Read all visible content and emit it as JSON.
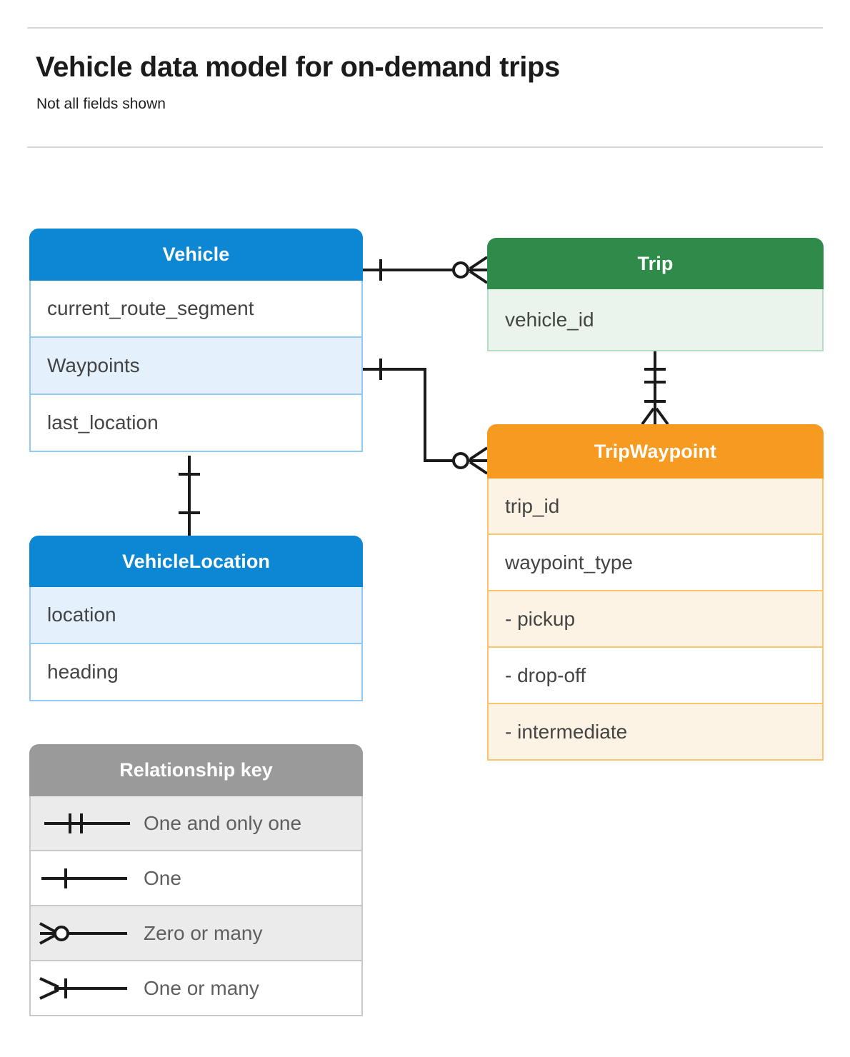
{
  "header": {
    "title": "Vehicle data model for on-demand trips",
    "subtitle": "Not all fields shown"
  },
  "colors": {
    "blue": "#0b87d4",
    "blue_row_highlight": "#e4f0fc",
    "blue_border": "#93caf4",
    "green": "#2e8b49",
    "green_row_highlight": "#eaf4ec",
    "green_border": "#b3ddbf",
    "orange": "#f79a20",
    "orange_row_highlight": "#fdf3e4",
    "orange_border": "#fbc66b",
    "gray_header": "#9a9a9a",
    "gray_row_highlight": "#ebebeb",
    "text": "#444444",
    "line": "#1a1a1a"
  },
  "entities": [
    {
      "id": "vehicle",
      "name": "Vehicle",
      "theme": "blue",
      "fields": [
        {
          "label": "current_route_segment",
          "highlight": false
        },
        {
          "label": "Waypoints",
          "highlight": true
        },
        {
          "label": "last_location",
          "highlight": false
        }
      ]
    },
    {
      "id": "trip",
      "name": "Trip",
      "theme": "green",
      "fields": [
        {
          "label": "vehicle_id",
          "highlight": true
        }
      ]
    },
    {
      "id": "tripwaypoint",
      "name": "TripWaypoint",
      "theme": "orange",
      "fields": [
        {
          "label": "trip_id",
          "highlight": true
        },
        {
          "label": "waypoint_type",
          "highlight": false
        },
        {
          "label": "  -  pickup",
          "highlight": true
        },
        {
          "label": "  -  drop-off",
          "highlight": false
        },
        {
          "label": "  -  intermediate",
          "highlight": true
        }
      ]
    },
    {
      "id": "vehiclelocation",
      "name": "VehicleLocation",
      "theme": "blue",
      "fields": [
        {
          "label": "location",
          "highlight": true
        },
        {
          "label": "heading",
          "highlight": false
        }
      ]
    }
  ],
  "legend": {
    "title": "Relationship key",
    "rows": [
      {
        "symbol": "one-and-only-one",
        "label": "One and only one",
        "highlight": true
      },
      {
        "symbol": "one",
        "label": "One",
        "highlight": false
      },
      {
        "symbol": "zero-or-many",
        "label": "Zero or many",
        "highlight": true
      },
      {
        "symbol": "one-or-many",
        "label": "One or many",
        "highlight": false
      }
    ]
  },
  "relationships": [
    {
      "id": "vehicle-trip",
      "from_entity": "Vehicle",
      "from_cardinality": "one",
      "to_entity": "Trip",
      "to_cardinality": "zero-or-many"
    },
    {
      "id": "vehicle-waypoints-tripwaypoint",
      "from_entity": "Vehicle",
      "from_field": "Waypoints",
      "from_cardinality": "one",
      "to_entity": "TripWaypoint",
      "to_cardinality": "zero-or-many"
    },
    {
      "id": "trip-tripwaypoint",
      "from_entity": "Trip",
      "from_cardinality": "one-and-only-one",
      "to_entity": "TripWaypoint",
      "to_cardinality": "one-or-many"
    },
    {
      "id": "vehicle-vehiclelocation",
      "from_entity": "Vehicle",
      "from_cardinality": "one",
      "to_entity": "VehicleLocation",
      "to_cardinality": "one"
    }
  ]
}
